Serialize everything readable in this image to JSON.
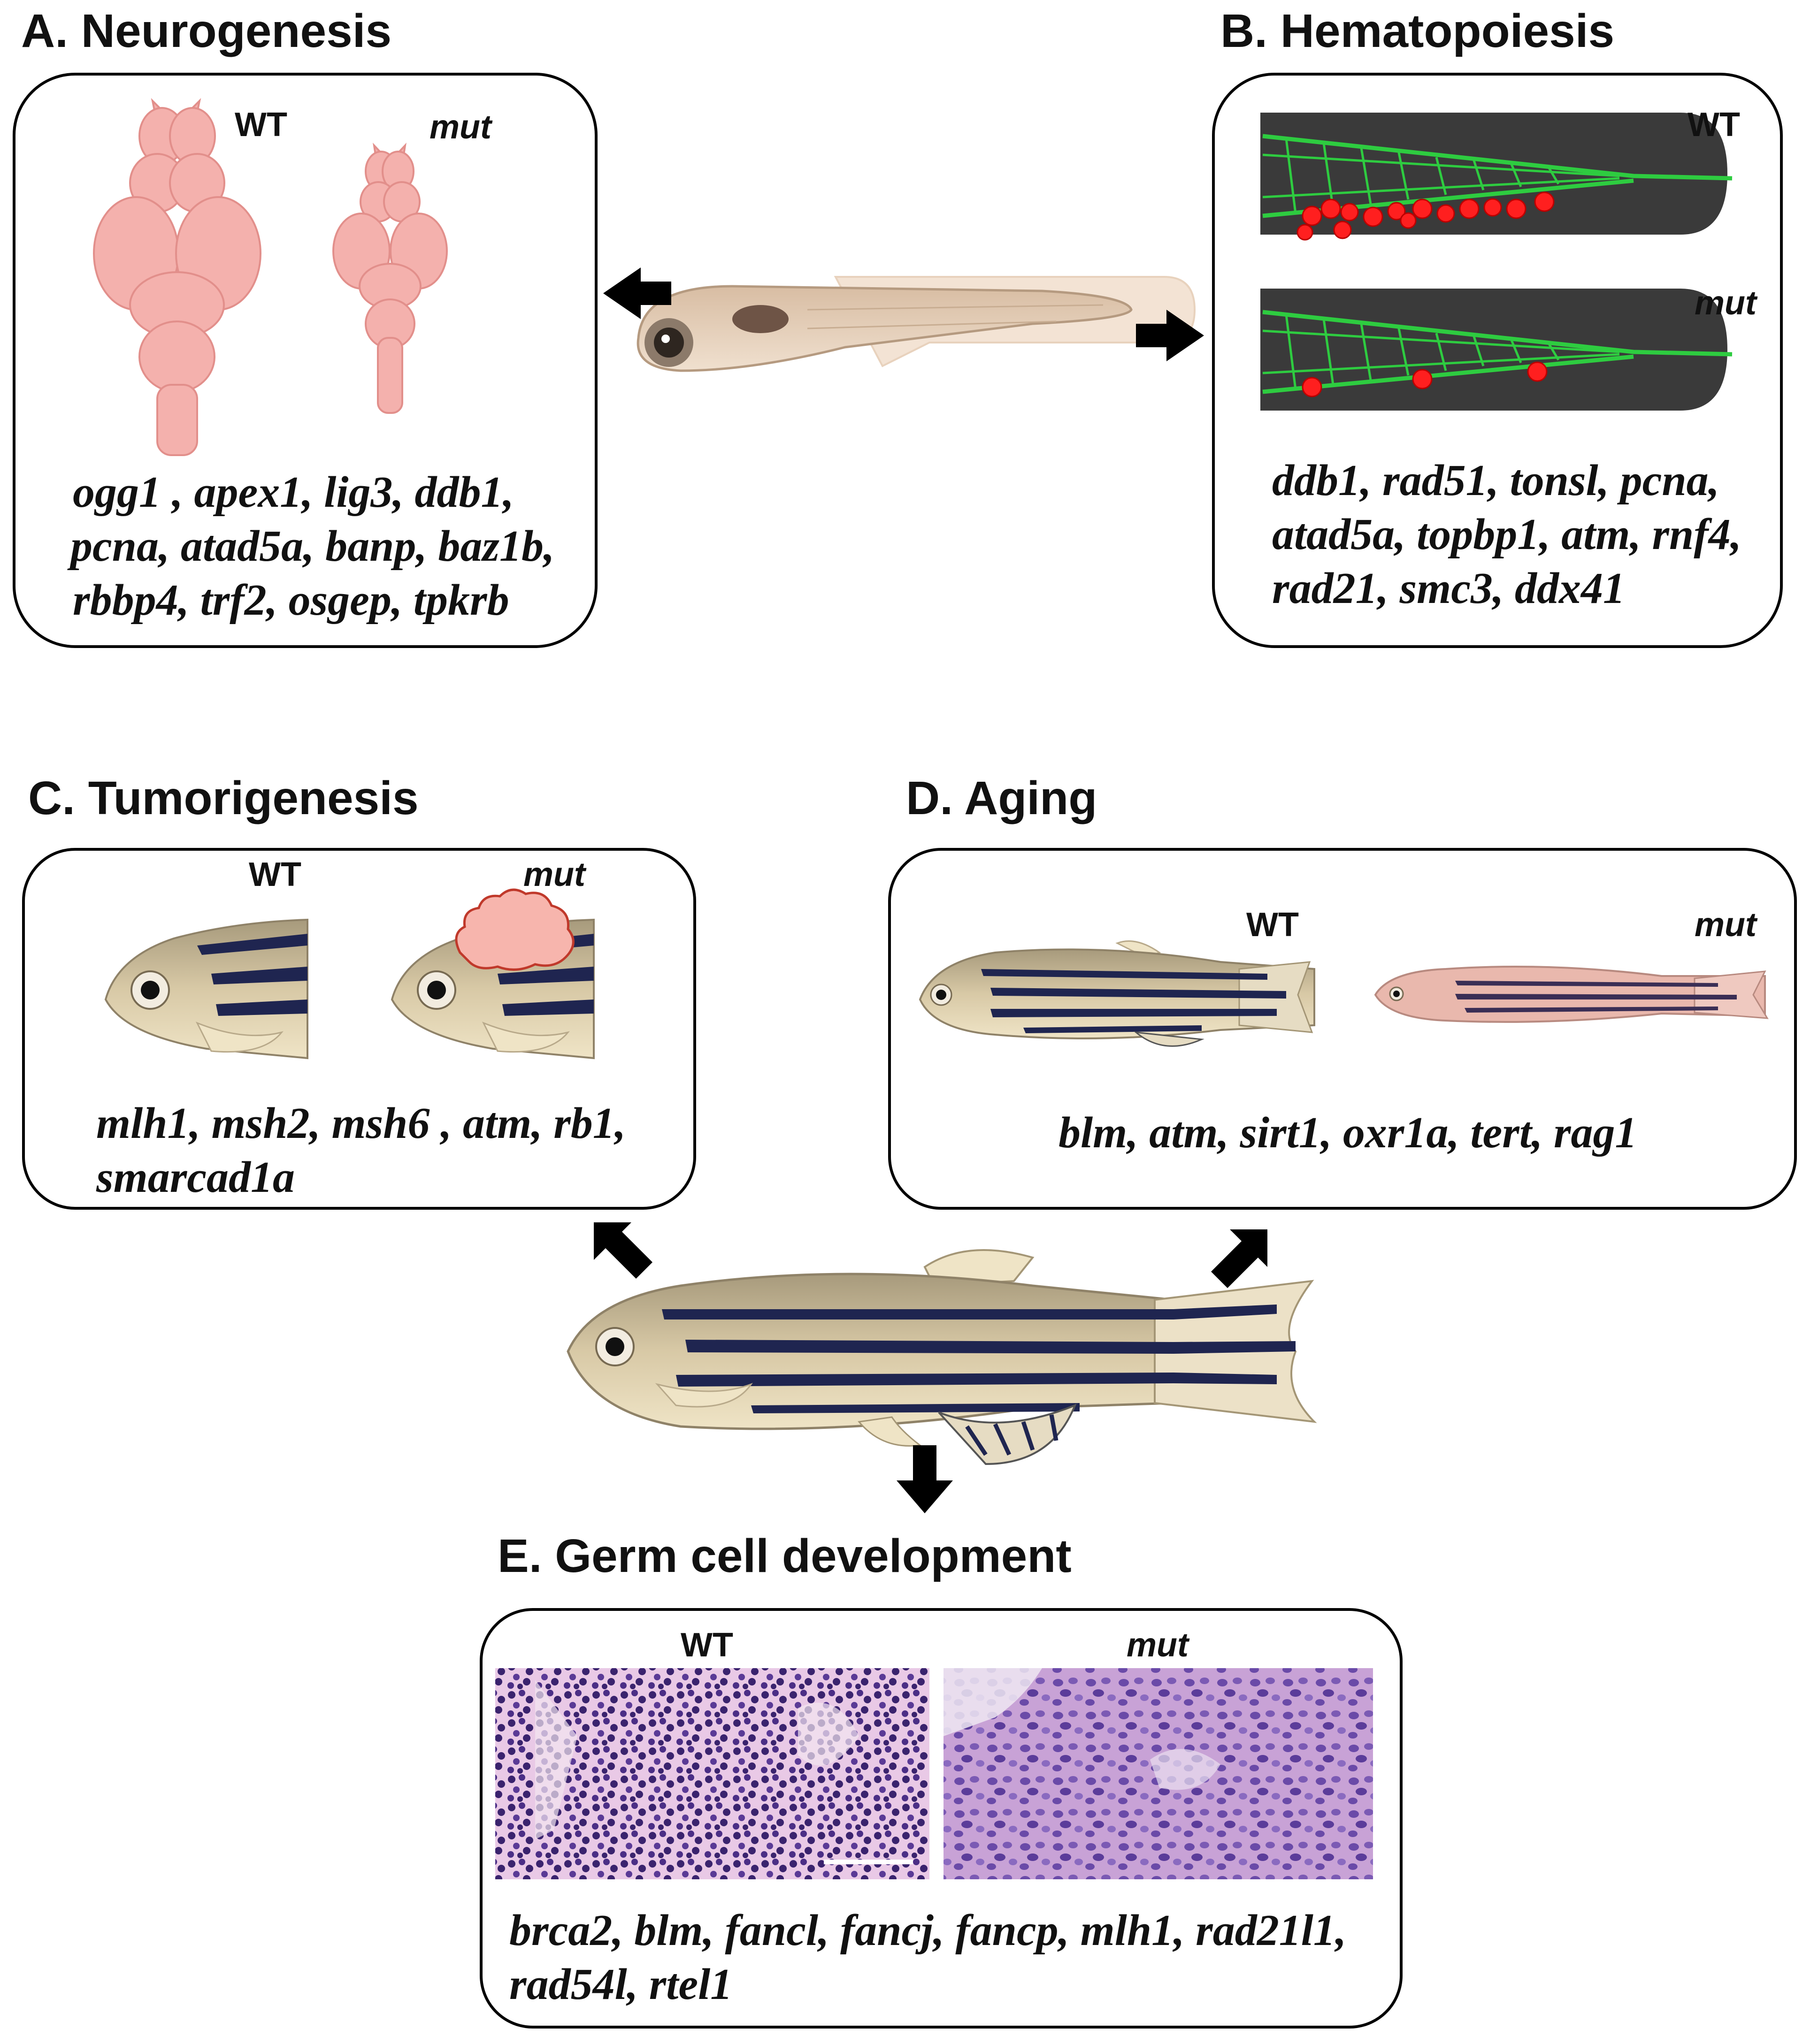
{
  "panels": {
    "neurogenesis": {
      "title": "A. Neurogenesis",
      "wt": "WT",
      "mut": "mut",
      "genes": [
        "ogg1 , apex1, lig3, ddb1,",
        "pcna, atad5a, banp, baz1b,",
        "rbbp4, trf2, osgep, tpkrb"
      ]
    },
    "hematopoiesis": {
      "title": "B. Hematopoiesis",
      "wt": "WT",
      "mut": "mut",
      "genes": [
        "ddb1, rad51, tonsl, pcna,",
        "atad5a, topbp1, atm, rnf4,",
        "rad21, smc3, ddx41"
      ]
    },
    "tumorigenesis": {
      "title": "C. Tumorigenesis",
      "wt": "WT",
      "mut": "mut",
      "genes": [
        "mlh1, msh2, msh6 , atm, rb1,",
        "smarcad1a"
      ]
    },
    "aging": {
      "title": "D. Aging",
      "wt": "WT",
      "mut": "mut",
      "genes": [
        "blm, atm, sirt1, oxr1a, tert, rag1"
      ]
    },
    "germ_cell": {
      "title": "E. Germ cell development",
      "wt": "WT",
      "mut": "mut",
      "genes": [
        "brca2, blm, fancl, fancj, fancp, mlh1, rad21l1,",
        "rad54l, rtel1"
      ]
    }
  },
  "colors": {
    "brain": "#f4b1ad",
    "vessel": "#2ecc40",
    "blood_cell": "#ff1f1f",
    "tail_bg": "#3a3a3a",
    "tumor": "#f7b5ad",
    "stripe": "#1f2550",
    "fish_body": "#c9b895",
    "he_stain_dark": "#3a236e",
    "he_stain_light": "#d7a6d6"
  },
  "icons": [
    "brain-icon",
    "larva-icon",
    "adult-fish-icon",
    "arrow-icon"
  ]
}
